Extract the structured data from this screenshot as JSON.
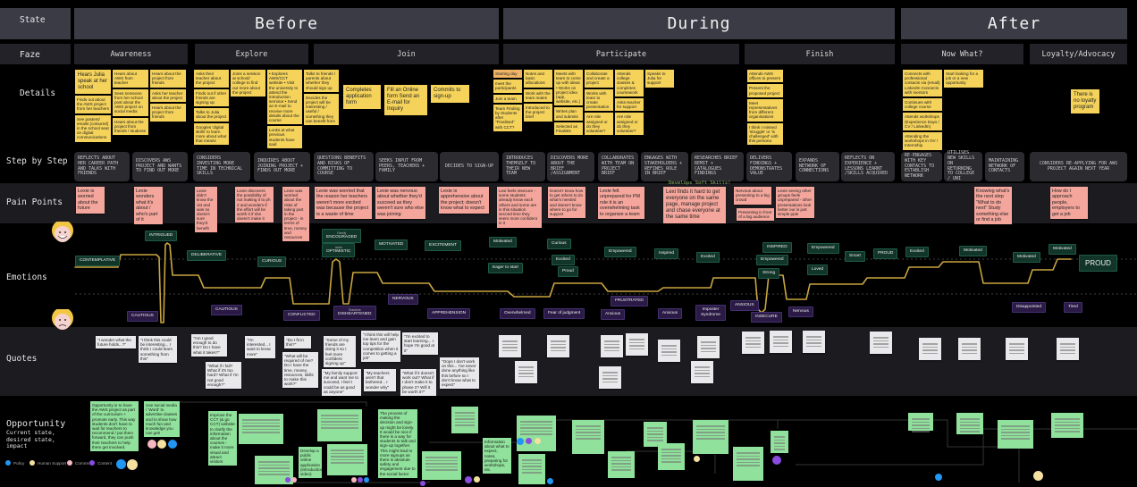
{
  "row_labels": {
    "state": "State",
    "faze": "Faze",
    "details": "Details",
    "step": "Step by Step",
    "pain": "Pain Points",
    "emotions": "Emotions",
    "quotes": "Quotes",
    "opportunity": "Opportunity",
    "opportunity_sub": "Current state, desired state, impact"
  },
  "states": [
    "Before",
    "During",
    "After"
  ],
  "fazes": [
    "Awareness",
    "Explore",
    "Join",
    "Participate",
    "Finish",
    "Now What?",
    "Loyalty/Advocacy"
  ],
  "details": [
    "Hears Julia speak at her school",
    "Finds out about the AWS project from her teachers",
    "See posters/ emails (coloured) in the school seat on digital communications",
    "Hears about AWS from teacher",
    "Sees someone from her school post about the AWS project on social media",
    "Hears about the project from friends / students",
    "Hears about the project from friends",
    "Asks her teacher about the project",
    "Hears about the project from friends",
    "Asks their teacher about the project",
    "Finds out if other friends are signing up",
    "Talks to Julia about the project",
    "Googles 'digital skills' to learn more about what that means",
    "Joins a session at school/ college to find out more about the project",
    "• Explores AWS/CCT website • Visit the university to attend the introduction seminar • Send an E-mail to receive more details about the course",
    "Looks at what previous students have said",
    "Talks to friends / parents about whether they should sign up",
    "Decides the project will be interesting / useful / something they can benefit from",
    "Completes application form",
    "Fill an Online form Send an E-mail for Inquiry",
    "Commits to sign-up",
    "Starting day",
    "meet the participants",
    "Join a team",
    "Team Finding by Students after \"Finalised\" with CCT?",
    "Notes and basic allocations",
    "Work with the team mates",
    "Introduced to the project brief",
    "Meets with team to come up with ideas • Works on project idea (app, website, etc.)",
    "Writes plan and submits",
    "Selected as Finalists",
    "Collaborate and create a project",
    "Works with team to create presentation",
    "Are role assigned or do they volunteer?",
    "Attends college classes & completes coursework",
    "Asks teacher for support",
    "Are role assigned or do they volunteer?",
    "Speaks to Julia for support",
    "Attends AWS offices to present",
    "Present the proposed project",
    "Meet representatives from different organisations",
    "I think I missed 'struggle' or 'is challenged' with this persona",
    "Connects with professional contacts via (email) LinkedIn  Connects with mentors",
    "Continues with college course",
    "Attends workshops (Experience Days / CV / LinkedIn)",
    "Attending the workshops in GV / Internship",
    "Start looking for a job or a new opportunity",
    "There is no loyalty program"
  ],
  "steps": [
    "Reflects about her career path and talks with friends",
    "Discovers AWS project and wants to find out more",
    "Considers investing more time in technical skills",
    "Inquires about joining project + finds out more",
    "Questions benefits and risks of committing to course",
    "Seeks input from peers, teachers + family",
    "Decides to sign-up",
    "Introduces themself to their new team",
    "Discovers more about the brief /assignment",
    "Collaborates with team on project brief",
    "Engages with stakeholders + refines role in brief",
    "Researches brief remit + catalogues findings",
    "Delivers findings + demonstrates value",
    "Expands network of connections",
    "Reflects on experience + lessons learnt /skills acquired",
    "Re-engages with key contacts to establish network",
    "Utilises new skills on returning to college / uni",
    "Maintaining network of contacts",
    "Considers re-applying for AWS project again next year"
  ],
  "soft_skills_note": "Develops Soft Skills!",
  "pain_points": [
    "Lexie is worried about the future",
    "Lexie wonders what it's about / who's part of it",
    "Lexie didn't know the 1st and was so doesn't sure they'd benefit",
    "Lexie discovers the possibility of not making it to ph 2 and wonders if the effort will be worth it if she doesn't make it",
    "Lexie was worried about the risks of taking part in the project - in terms of time, money and resources",
    "Lexie was worried that the reason her teachers weren't more excited was because the project is a waste of time",
    "Lexie was nervous about whether they'd succeed as they weren't sure who else was joining",
    "Lexie is apprehensive about the project; doesn't know what to expect",
    "Lexi feels insecure - some students already know each others and some are in this situation second time they seem more confident in it",
    "Doesn't know how to get others to do what's needed and doesn't know where to go for support",
    "Lexie felt unprepared for PM role it is an overwhelming task to organize a team",
    "Lexi finds it hard to get everyone on the same page, manage project and chase everyone at the same time",
    "Nervous about presenting to a big crowd",
    "Presenting in front of a big audience",
    "Lexie seeing other groups feels unprepared - other presentations look better our is just simple ppts",
    "Knowing what's the next step \"What to do next\" Study something else or find a job",
    "How do I approach people, employers to get a job"
  ],
  "emotions_positive": [
    {
      "label": "CONTEMPLATIVE"
    },
    {
      "label": "INTRIGUED"
    },
    {
      "label": "DELIBERATIVE"
    },
    {
      "label": "CURIOUS"
    },
    {
      "label": "ENCOURAGED",
      "note": "Family"
    },
    {
      "label": "OPTIMISTIC",
      "note": "more"
    },
    {
      "label": "MOTIVATED"
    },
    {
      "label": "EXCITEMENT"
    },
    {
      "label": "Motivated"
    },
    {
      "label": "Eager to start"
    },
    {
      "label": "Curious"
    },
    {
      "label": "Excited"
    },
    {
      "label": "Proud"
    },
    {
      "label": "Empowered"
    },
    {
      "label": "Inspired"
    },
    {
      "label": "Excited"
    },
    {
      "label": "INSPIRED"
    },
    {
      "label": "Empowered"
    },
    {
      "label": "Strong"
    },
    {
      "label": "Empowered"
    },
    {
      "label": "Loved"
    },
    {
      "label": "Smart"
    },
    {
      "label": "PROUD"
    },
    {
      "label": "Excited"
    },
    {
      "label": "Motivated"
    },
    {
      "label": "Motivated"
    },
    {
      "label": "Motivated"
    },
    {
      "label": "PROUD"
    }
  ],
  "emotions_negative": [
    {
      "label": "CAUTIOUS"
    },
    {
      "label": "CAUTIOUS"
    },
    {
      "label": "CONFLICTED"
    },
    {
      "label": "DISHEARTENED",
      "note": "Teachers"
    },
    {
      "label": "NERVOUS"
    },
    {
      "label": "APPREHENSION"
    },
    {
      "label": "Overwhelmed"
    },
    {
      "label": "Fear of judgment"
    },
    {
      "label": "FRUSTRATED"
    },
    {
      "label": "Anxious"
    },
    {
      "label": "Anxious"
    },
    {
      "label": "Imposter Syndrome"
    },
    {
      "label": "ANXIOUS"
    },
    {
      "label": "INSECURE"
    },
    {
      "label": "Nervous"
    },
    {
      "label": "Disappointed"
    },
    {
      "label": "Tired"
    }
  ],
  "quotes": [
    "\"I wonder what the future holds...?\"",
    "\"I think this could be interesting...  I think I could learn something from this\"",
    "\"Am I good enough to do this? Do I have what it takes?\"",
    "\"What if I fail? What if it's too hard? What if I'm not good enough?\"",
    "\"I'm interested... I want to know more\"",
    "\"Do I fit in this?\"",
    "\"What will be required of me? Do I have the time, money, resources, skills to make this work?\"",
    "\"Some of my friends are doing it so I feel more confident signing up\"",
    "\"My family support me and want me to succeed, I feel I could be as good as anyone\"",
    "\"My teachers aren't that bothered... I wonder why\"",
    "\"I think this will help me learn and gain top tips for the competition when it comes to getting a job\"",
    "\"What if it doesn't work out? What if I don't make it to phase 2? Will it be worth it?\"",
    "\"I'm excited to start learning... I hope I'm good at it\"",
    "\"Oops I don't work on this... I've never done anything like this before so I don't know what to expect\""
  ],
  "opportunities": [
    "Opportunity is to have the AWS project as part of the curriculum + promote early. This way students don't have to wait for teachers to recommend / put them forward, they can push their teachers to help them get involved.",
    "Use social media / 'Word' to advertise classes and to show how much fun and knowledge you can get!",
    "Improve the CCT (& go CCT) website to clarify the information about the courses - make it more visual and attract visitors",
    "Develop a public online application (introduction video)",
    "The process of making the decision and sign-up might be lonely. It would be nice if there is a way for students to talk and sign-up together. This might lead to more signups as there is absolute safety and engagement due to the social factor",
    "Information about what to expect, notes, preparing for workshops, etc."
  ],
  "legend": [
    {
      "label": "Policy",
      "color": "#2196f3"
    },
    {
      "label": "Human Support",
      "color": "#f6e0a0"
    },
    {
      "label": "Comms",
      "color": "#f4b8c0"
    },
    {
      "label": "Content",
      "color": "#8a4be0"
    }
  ],
  "colors": {
    "sticky": "#f5d35b",
    "pain": "#f4a69c",
    "quote": "#e9e9ec",
    "opportunity": "#8fe19b",
    "curve": "#c9a640"
  }
}
